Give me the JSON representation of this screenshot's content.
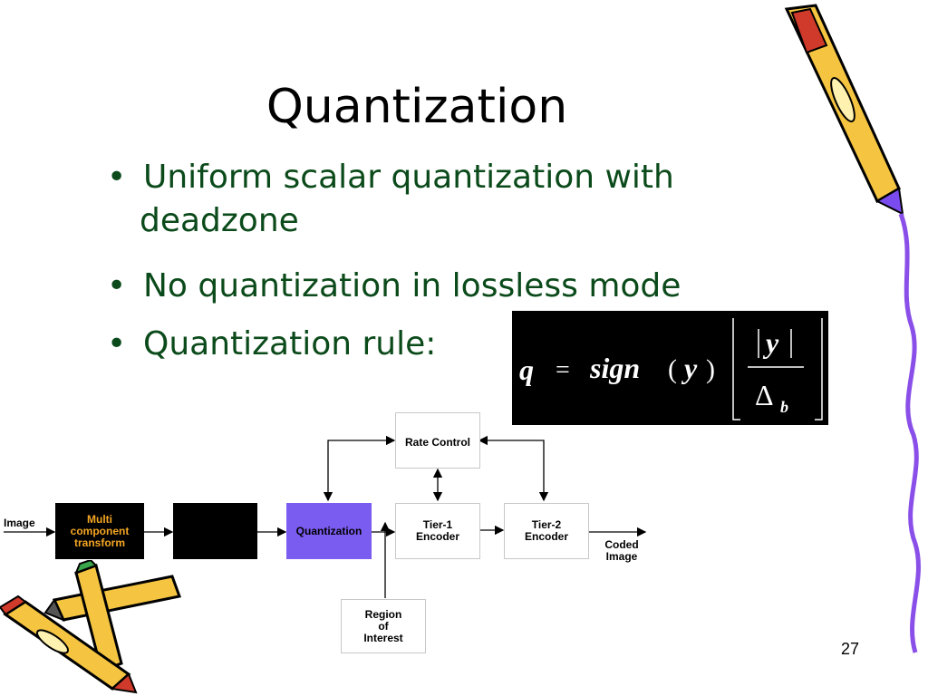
{
  "slide": {
    "title": "Quantization",
    "bullets": [
      {
        "line1": "Uniform scalar quantization with",
        "line2": "deadzone"
      },
      {
        "line1": "No quantization in lossless mode"
      },
      {
        "line1": "Quantization rule:"
      }
    ],
    "bullet_symbol": "•",
    "page_number": "27"
  },
  "formula": {
    "q": "q",
    "eq": "=",
    "sign": "sign",
    "lparen": "(",
    "y": "y",
    "rparen": ")",
    "num_y": "y",
    "delta": "Δ",
    "sub_b": "b"
  },
  "diagram": {
    "input_label": "Image",
    "multi_component": [
      "Multi",
      "component",
      "transform"
    ],
    "quantization": "Quantization",
    "rate_control": "Rate Control",
    "tier1": [
      "Tier-1",
      "Encoder"
    ],
    "tier2": [
      "Tier-2",
      "Encoder"
    ],
    "output": [
      "Coded",
      "Image"
    ],
    "roi": [
      "Region",
      "of",
      "Interest"
    ]
  },
  "colors": {
    "bullet_text": "#0b4a1a",
    "multi_component_text": "#f5a623",
    "quantization_fill": "#7b5cf0"
  }
}
